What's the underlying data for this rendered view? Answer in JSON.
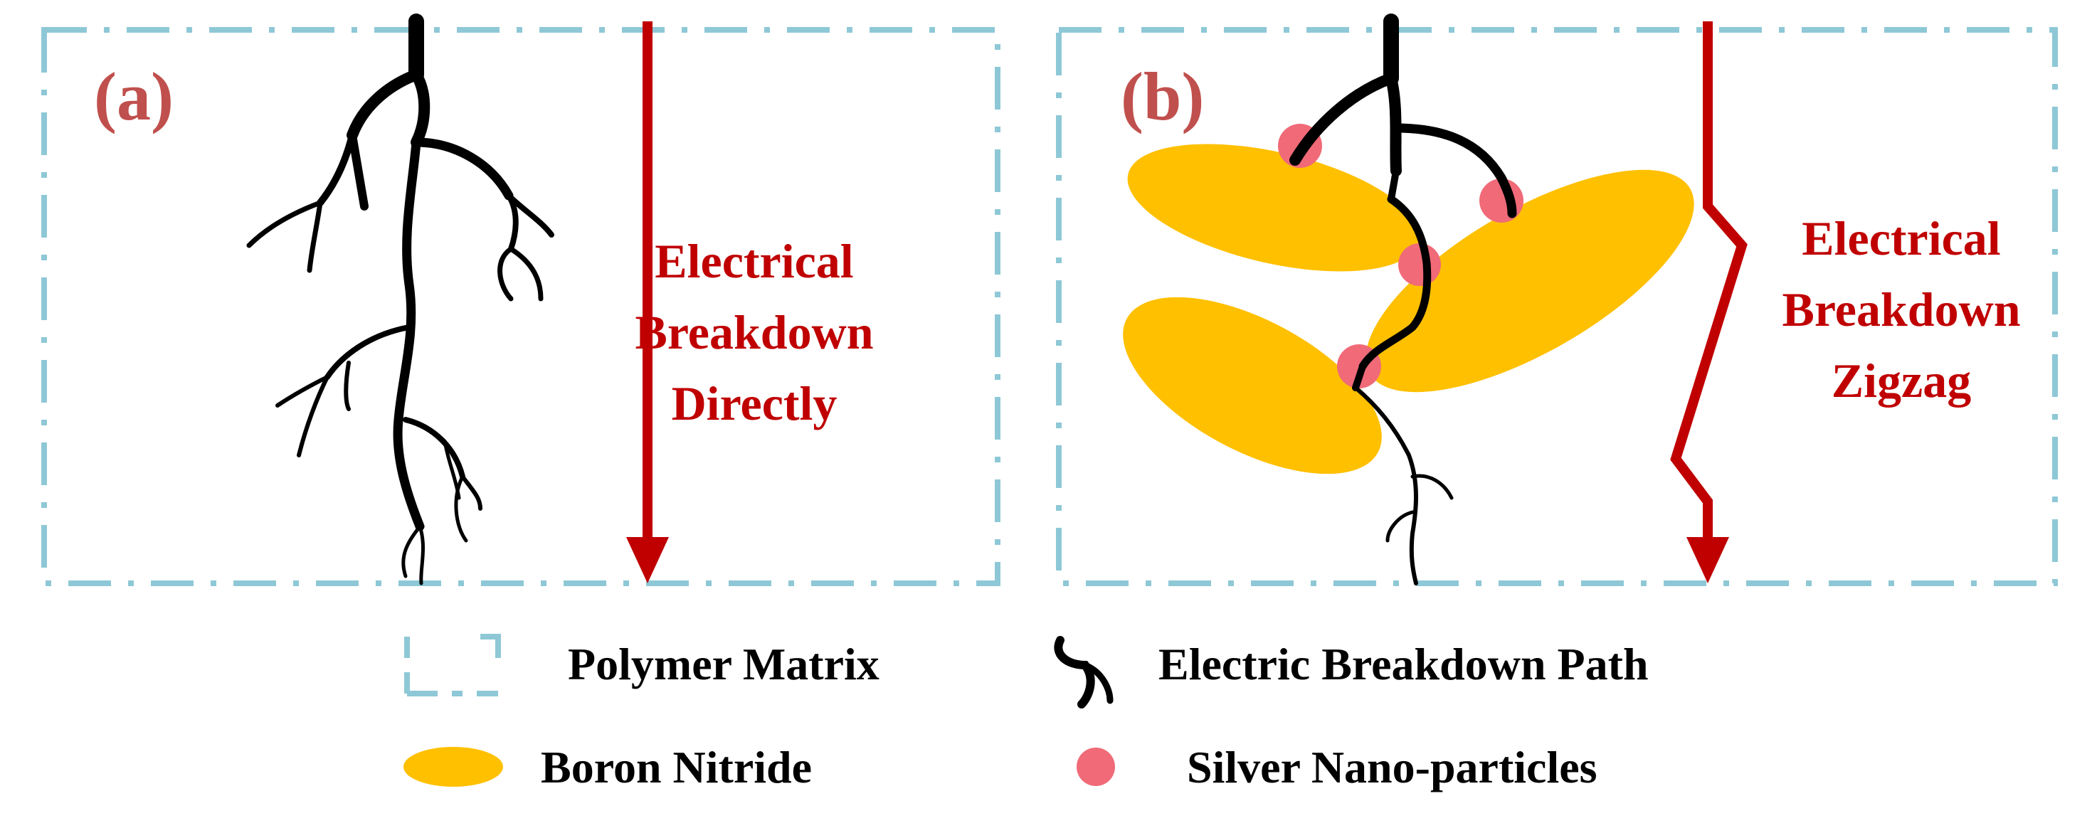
{
  "colors": {
    "matrix_border": "#8ec8d6",
    "panel_label": "#c0504d",
    "arrow": "#c00000",
    "annotation_text": "#c00000",
    "boron_nitride": "#ffc000",
    "silver_particle": "#f06a78",
    "path": "#000000",
    "background": "#ffffff"
  },
  "panel_a": {
    "label": "(a)",
    "annotation": [
      "Electrical",
      "Breakdown",
      "Directly"
    ]
  },
  "panel_b": {
    "label": "(b)",
    "annotation": [
      "Electrical",
      "Breakdown",
      "Zigzag"
    ]
  },
  "legend": {
    "polymer_matrix": "Polymer Matrix",
    "breakdown_path": "Electric Breakdown Path",
    "boron_nitride": "Boron Nitride",
    "silver_nanoparticles": "Silver Nano-particles"
  }
}
